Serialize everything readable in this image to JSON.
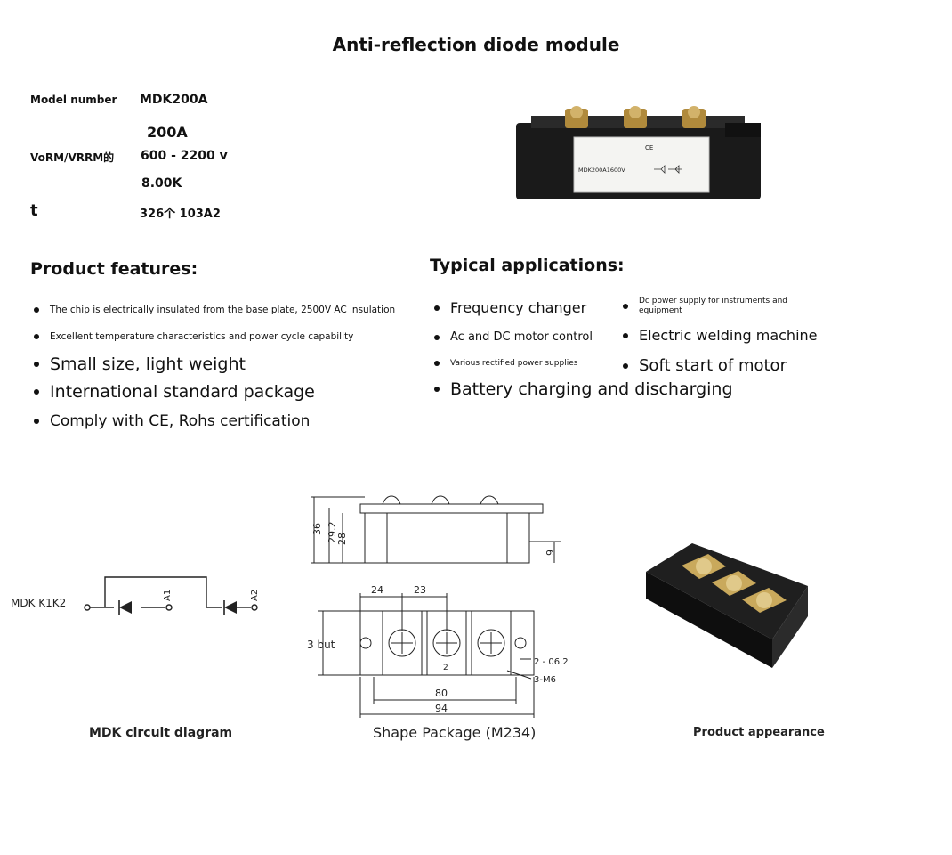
{
  "title": "Anti-reflection diode module",
  "specs": [
    {
      "label": "Model number",
      "value": "MDK200A"
    },
    {
      "label": "",
      "value": "200A"
    },
    {
      "label": "VoRM/VRRM的",
      "value": "600 - 2200 v"
    },
    {
      "label": "",
      "value": "8.00K"
    },
    {
      "label": "t",
      "value": "326个 103A2"
    }
  ],
  "product_label": {
    "ce": "CE",
    "model": "MDK200A1600V"
  },
  "features": {
    "heading": "Product features:",
    "items": [
      "The chip is electrically insulated from the base plate, 2500V AC insulation",
      "Excellent temperature characteristics and power cycle capability",
      "Small size, light weight",
      "International standard package",
      "Comply with CE, Rohs certification"
    ]
  },
  "applications": {
    "heading": "Typical applications:",
    "items": [
      "Frequency changer",
      "Dc power supply for instruments and equipment",
      "Ac and DC motor control",
      "Electric welding machine",
      "Various rectified power supplies",
      "Soft start of motor",
      "Battery charging and discharging"
    ]
  },
  "circuit": {
    "label": "MDK K1K2",
    "a1": "A1",
    "a2": "A2",
    "caption": "MDK circuit diagram"
  },
  "package": {
    "dims": {
      "d36": "36",
      "d29": "29.2",
      "d28": "28",
      "d9": "9",
      "d24": "24",
      "d23": "23",
      "d3but": "3  but",
      "d2": "2",
      "d2062": "2 - 06.2",
      "d3m6": "3-M6",
      "d80": "80",
      "d94": "94"
    },
    "caption": "Shape Package (M234)"
  },
  "appearance": {
    "caption": "Product appearance"
  }
}
